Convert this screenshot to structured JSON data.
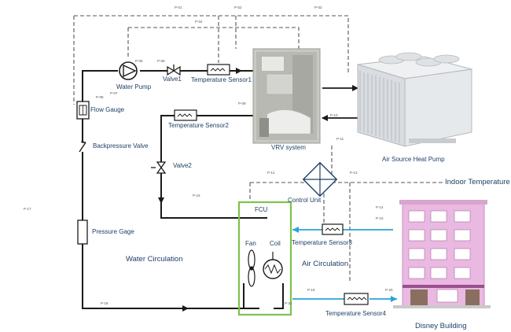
{
  "labels": {
    "water_pump": "Water Pump",
    "valve1": "Valve1",
    "temperature_sensor1": "Temperature Sensor1",
    "flow_gauge": "Flow Gauge",
    "temperature_sensor2": "Temperature Sensor2",
    "vrv_system": "VRV system",
    "heat_pump": "Air Source Heat Pump",
    "backpressure_valve": "Backpressure Valve",
    "valve2": "Valve2",
    "control_unit": "Control Unit",
    "indoor_temperature": "Indoor Temperature",
    "fcu": "FCU",
    "pressure_gage": "Pressure Gage",
    "temperature_sensor3": "Temperature Sensor3",
    "fan": "Fan",
    "coil": "Coil",
    "water_circulation": "Water Circulation",
    "air_circulation": "Air Circulation",
    "temperature_sensor4": "Temperature Sensor4",
    "building": "Disney Building"
  },
  "small_tags": [
    "P-01",
    "P-02",
    "P-03",
    "P-04",
    "P-05",
    "P-06",
    "P-07",
    "P-08",
    "P-09",
    "P-10",
    "P-11",
    "P-12",
    "P-13",
    "P-14",
    "P-15",
    "P-16",
    "P-17",
    "P-18",
    "P-19",
    "P-20",
    "P-21"
  ],
  "colors": {
    "pipe": "#1a1a1a",
    "control_line": "#555555",
    "air_line": "#29a3d6",
    "fcu_box": "#7cc34a",
    "building_pink": "#e7b8e0",
    "heat_pump_body": "#e4e7ea"
  }
}
